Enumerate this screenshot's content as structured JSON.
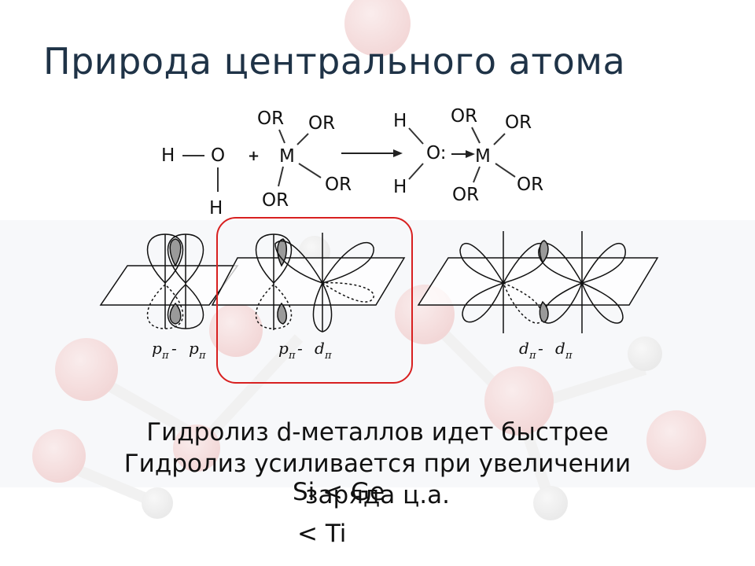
{
  "title": "Природа центрального атома",
  "reaction": {
    "water_h1": "H",
    "water_dash": "—",
    "water_o": "O",
    "water_h2": "H",
    "plus": "+",
    "metal": "M",
    "or_top_left": "OR",
    "or_top_right": "OR",
    "or_bottom_left": "OR",
    "or_bottom_right": "OR",
    "product_h_top": "H",
    "product_o": "O:",
    "product_h_bottom": "H",
    "product_metal": "M",
    "product_or_top_left": "OR",
    "product_or_top_right": "OR",
    "product_or_bottom_left": "OR",
    "product_or_bottom_right": "OR"
  },
  "orbitals": {
    "pp": {
      "a": "p",
      "sa": "π",
      "sep": " - ",
      "b": "p",
      "sb": "π"
    },
    "pd": {
      "a": "p",
      "sa": "π",
      "sep": " - ",
      "b": "d",
      "sb": "π"
    },
    "dd": {
      "a": "d",
      "sa": "π",
      "sep": " - ",
      "b": "d",
      "sb": "π"
    }
  },
  "highlight_color": "#d82020",
  "text": {
    "line1": "Гидролиз d-металлов идет быстрее",
    "line2": "Гидролиз усиливается при увеличении",
    "line3": "заряда ц.а.",
    "series_line1": "Si   < Ge",
    "series_line2": "<  Ti"
  }
}
